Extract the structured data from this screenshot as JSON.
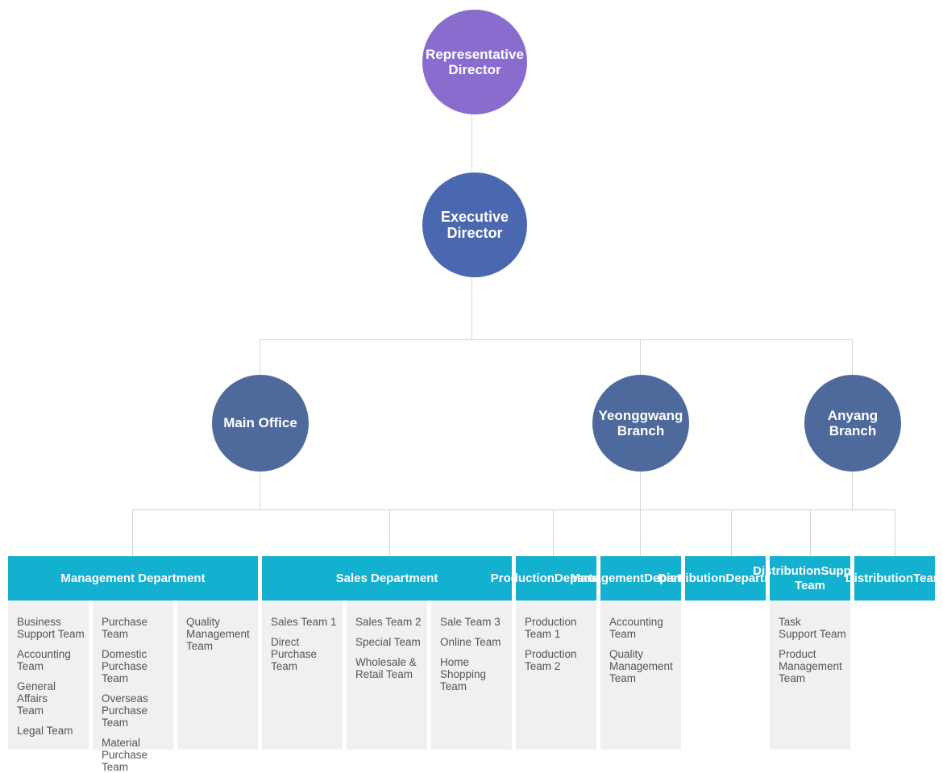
{
  "colors": {
    "representative": "#8a6ccf",
    "executive": "#4a68b0",
    "branch": "#4e6a9c",
    "department": "#13b0cf",
    "team_bg": "#f0f0f0",
    "line": "#d4d4d4"
  },
  "top": {
    "representative": [
      "Representative",
      "Director"
    ],
    "executive": [
      "Executive",
      "Director"
    ]
  },
  "branches": {
    "main_office": [
      "Main Office"
    ],
    "yeonggwang": [
      "Yeonggwang",
      "Branch"
    ],
    "anyang": [
      "Anyang",
      "Branch"
    ]
  },
  "departments": {
    "main_management": "Management Department",
    "main_sales": "Sales Department",
    "yeong_production": [
      "Production",
      "Department"
    ],
    "yeong_management": [
      "Management",
      "Department"
    ],
    "yeong_distribution": [
      "Distribution",
      "Department"
    ],
    "anyang_distribution_support": [
      "Distribution",
      "Support Team"
    ],
    "anyang_distribution": [
      "Distribution",
      "Team"
    ]
  },
  "team_columns": {
    "mgmt_col1": [
      [
        "Business",
        "Support Team"
      ],
      [
        "Accounting",
        "Team"
      ],
      [
        "General Affairs",
        "Team"
      ],
      [
        "Legal Team"
      ]
    ],
    "mgmt_col2": [
      [
        "Purchase",
        "Team"
      ],
      [
        "Domestic",
        "Purchase Team"
      ],
      [
        "Overseas",
        "Purchase Team"
      ],
      [
        "Material",
        "Purchase Team"
      ]
    ],
    "mgmt_col3": [
      [
        "Quality",
        "Management",
        "Team"
      ]
    ],
    "sales_col1": [
      [
        "Sales Team 1"
      ],
      [
        "Direct",
        "Purchase",
        "Team"
      ]
    ],
    "sales_col2": [
      [
        "Sales Team 2"
      ],
      [
        "Special Team"
      ],
      [
        "Wholesale &",
        "Retail Team"
      ]
    ],
    "sales_col3": [
      [
        "Sale Team 3"
      ],
      [
        "Online Team"
      ],
      [
        "Home",
        "Shopping",
        "Team"
      ]
    ],
    "production": [
      [
        "Production",
        "Team 1"
      ],
      [
        "Production",
        "Team 2"
      ]
    ],
    "y_management": [
      [
        "Accounting",
        "Team"
      ],
      [
        "Quality",
        "Management",
        "Team"
      ]
    ],
    "distribution_support": [
      [
        "Task",
        "Support Team"
      ],
      [
        "Product",
        "Management",
        "Team"
      ]
    ]
  }
}
